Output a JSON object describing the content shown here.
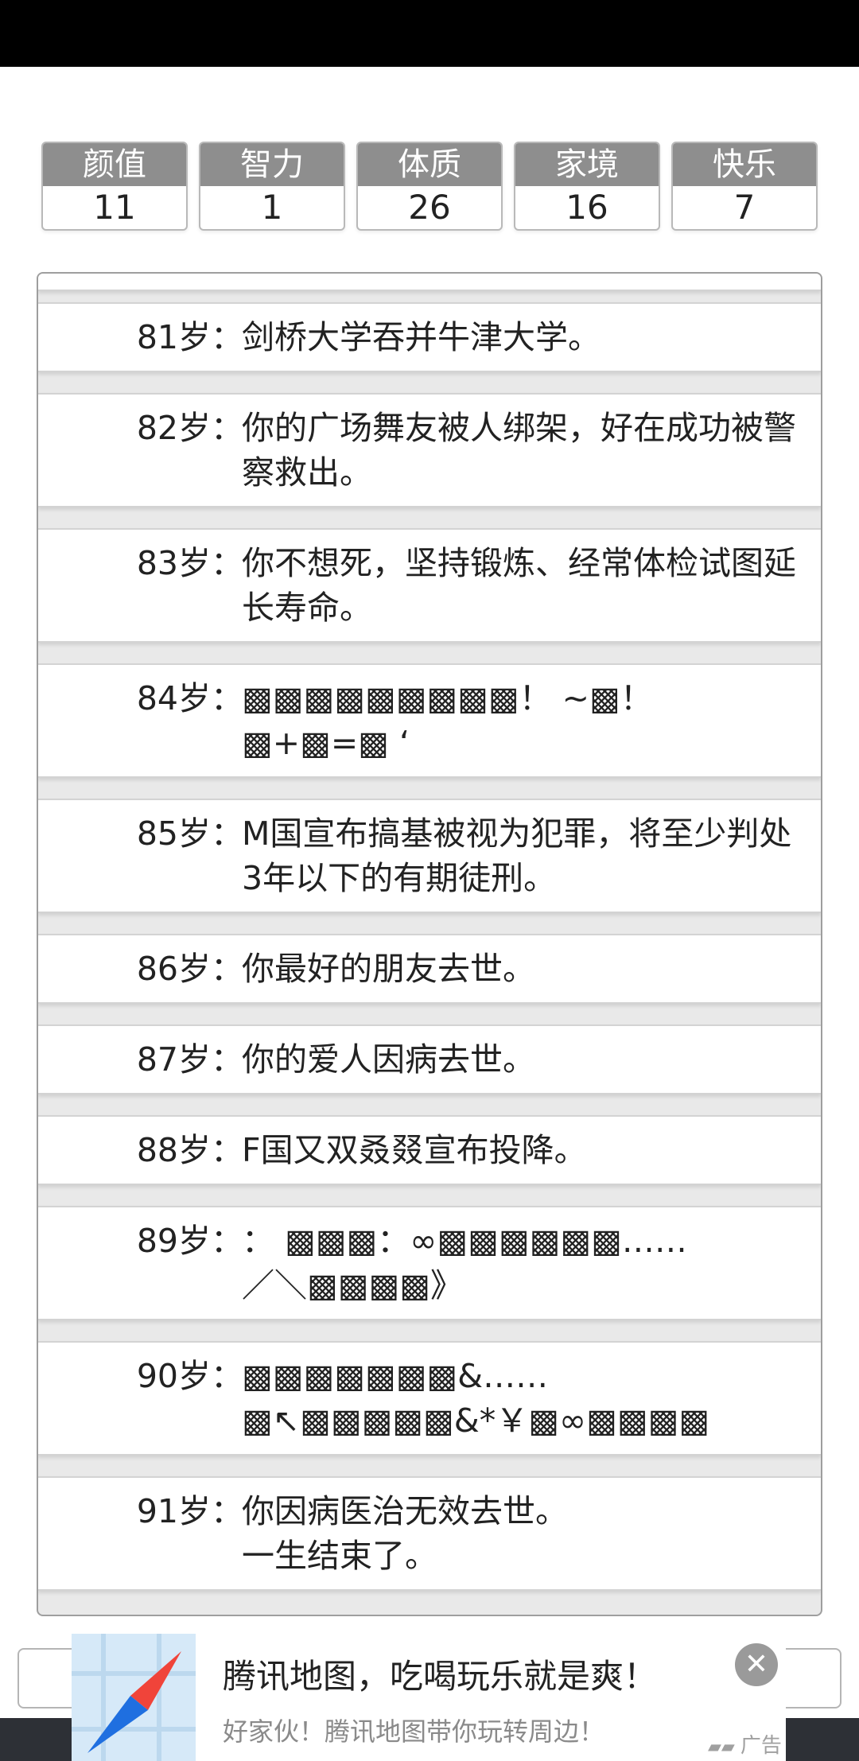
{
  "stats": [
    {
      "label": "颜值",
      "value": "11"
    },
    {
      "label": "智力",
      "value": "1"
    },
    {
      "label": "体质",
      "value": "26"
    },
    {
      "label": "家境",
      "value": "16"
    },
    {
      "label": "快乐",
      "value": "7"
    }
  ],
  "log": [
    {
      "age": "81岁：",
      "text": "剑桥大学吞并牛津大学。"
    },
    {
      "age": "82岁：",
      "text": "你的广场舞友被人绑架，好在成功被警察救出。"
    },
    {
      "age": "83岁：",
      "text": "你不想死，坚持锻炼、经常体检试图延长寿命。"
    },
    {
      "age": "84岁：",
      "text": "▩▩▩▩▩▩▩▩▩！ ~▩！\n▩+▩=▩ ‘"
    },
    {
      "age": "85岁：",
      "text": "M国宣布搞基被视为犯罪，将至少判处3年以下的有期徒刑。"
    },
    {
      "age": "86岁：",
      "text": "你最好的朋友去世。"
    },
    {
      "age": "87岁：",
      "text": "你的爱人因病去世。"
    },
    {
      "age": "88岁：",
      "text": "F国又双叒叕宣布投降。"
    },
    {
      "age": "89岁：",
      "text": "： ▩▩▩：∞▩▩▩▩▩▩……\n／＼▩▩▩▩》"
    },
    {
      "age": "90岁：",
      "text": "▩▩▩▩▩▩▩&……\n▩↖▩▩▩▩▩&*￥▩∞▩▩▩▩"
    },
    {
      "age": "91岁：",
      "text": "你因病医治无效去世。\n一生结束了。"
    }
  ],
  "ad": {
    "title": "腾讯地图，吃喝玩乐就是爽！",
    "subtitle": "好家伙！腾讯地图带你玩转周边！",
    "tag": "广告",
    "close_icon": "close-icon",
    "image_icon": "compass-icon"
  }
}
